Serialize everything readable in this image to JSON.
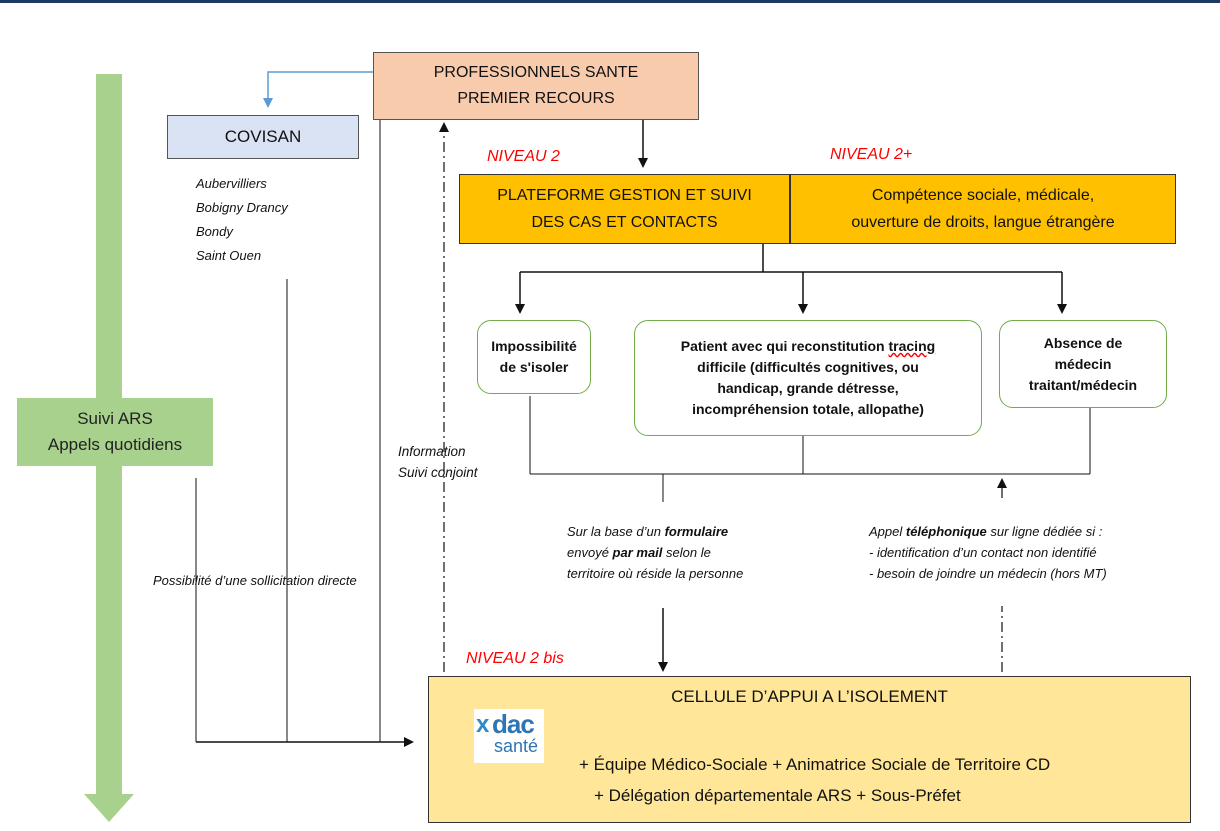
{
  "pro_sante": [
    "PROFESSIONNELS SANTE",
    "PREMIER RECOURS"
  ],
  "covisan": "COVISAN",
  "covisan_towns": [
    "Aubervilliers",
    "Bobigny Drancy",
    "Bondy",
    "Saint Ouen"
  ],
  "niveau2": "NIVEAU 2",
  "niveau2plus": "NIVEAU 2+",
  "niveau2bis": "NIVEAU 2 bis",
  "plateforme": [
    "PLATEFORME GESTION ET SUIVI",
    "DES CAS ET CONTACTS"
  ],
  "competence": [
    "Compétence sociale, médicale,",
    "ouverture de droits, langue étrangère"
  ],
  "impossibilite": [
    "Impossibilité",
    "de s'isoler"
  ],
  "patient": {
    "line1_pre": "Patient avec qui reconstitution ",
    "line1_wavy": "tracing",
    "lines": [
      "difficile (difficultés cognitives, ou",
      "handicap, grande détresse,",
      "incompréhension totale, allopathe)"
    ]
  },
  "absence": [
    "Absence de",
    "médecin",
    "traitant/médecin"
  ],
  "suivi_ars": [
    "Suivi ARS",
    "Appels quotidiens"
  ],
  "information": [
    "Information",
    "Suivi conjoint"
  ],
  "possibilite": "Possibilité d’une sollicitation directe",
  "formulaire": {
    "l1_pre": "Sur la base d’un ",
    "l1_bold": "formulaire",
    "l2_pre": "envoyé ",
    "l2_bold": "par mail",
    "l2_post": " selon le",
    "l3": "territoire où réside la personne"
  },
  "appel": {
    "l1_pre": "Appel ",
    "l1_bold": "téléphonique",
    "l1_post": " sur ligne dédiée si :",
    "l2": "-  identification d’un contact non identifié",
    "l3": "- besoin de joindre un médecin (hors MT)"
  },
  "cellule": {
    "title": "CELLULE D’APPUI A L’ISOLEMENT",
    "line1": "+ Équipe Médico-Sociale + Animatrice Sociale de Territoire CD",
    "line2": "+ Délégation départementale ARS + Sous-Préfet",
    "logo_x": "x",
    "logo_dac": "dac",
    "logo_sante": "santé"
  },
  "colors": {
    "pro": "#f8cbad",
    "covisan": "#dae3f3",
    "platform": "#ffc000",
    "cellule": "#ffe699",
    "suivi": "#a9d18e",
    "green_border": "#70ad47",
    "niveau": "#ff0000",
    "blue_arrow": "#5b9bd5"
  }
}
